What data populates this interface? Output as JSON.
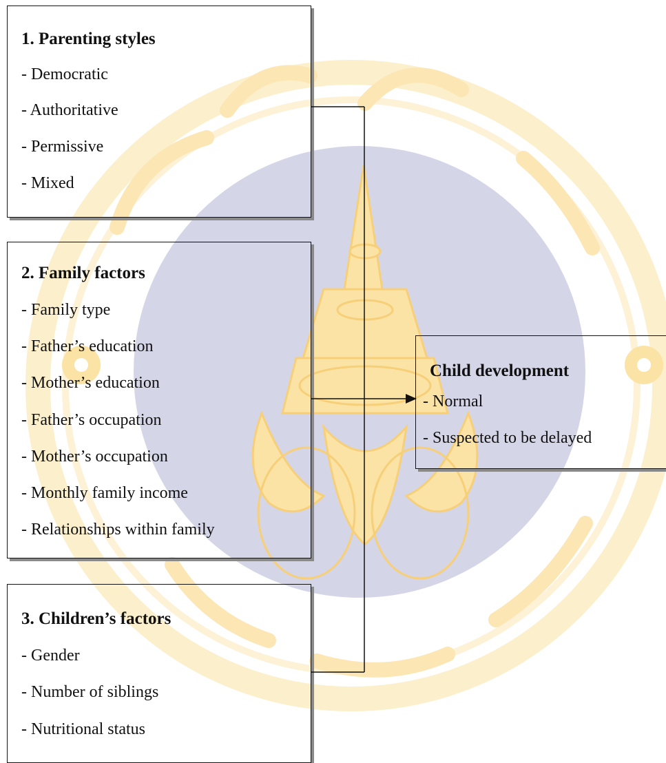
{
  "boxes": {
    "parenting": {
      "title": "1. Parenting styles",
      "items": [
        "- Democratic",
        "- Authoritative",
        "- Permissive",
        "- Mixed"
      ]
    },
    "family": {
      "title": "2. Family factors",
      "items": [
        "- Family type",
        "- Father’s education",
        "- Mother’s education",
        "- Father’s occupation",
        "- Mother’s occupation",
        "- Monthly family income",
        "- Relationships within family"
      ]
    },
    "children": {
      "title": "3. Children’s factors",
      "items": [
        "- Gender",
        "- Number of siblings",
        "- Nutritional status"
      ]
    },
    "outcome": {
      "title": "Child development",
      "items": [
        "- Normal",
        "- Suspected to be delayed"
      ]
    }
  },
  "colors": {
    "watermark_disc": "#d5d5e8",
    "watermark_seal": "#fbe3a6",
    "watermark_script": "#fbe6b4",
    "line": "#111111",
    "shadow": "#8a8a8a"
  }
}
